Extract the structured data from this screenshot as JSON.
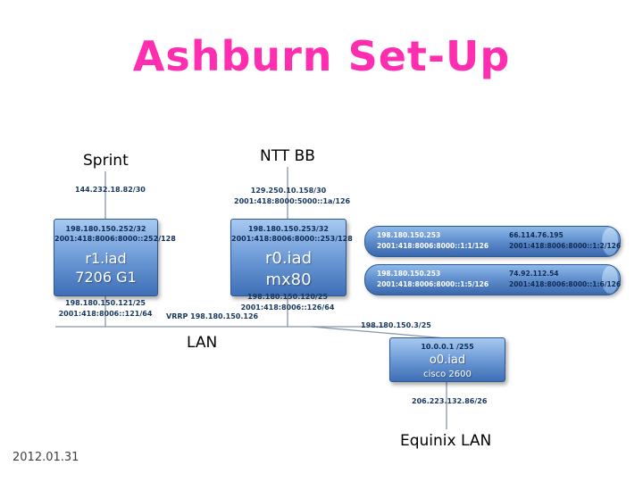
{
  "title": "Ashburn Set-Up",
  "date": "2012.01.31",
  "labels": {
    "sprint": "Sprint",
    "ntt": "NTT BB",
    "lan": "LAN",
    "equinix": "Equinix LAN",
    "vrrp": "VRRP 198.180.150.126"
  },
  "uplinks": {
    "sprint_ip": "144.232.18.82/30",
    "ntt_ip": "129.250.10.158/30",
    "ntt_ipv6": "2001:418:8000:5000::1a/126"
  },
  "routers": {
    "r1": {
      "ip": "198.180.150.252/32",
      "ipv6": "2001:418:8006:8000::252/128",
      "name": "r1.iad",
      "model": "7206 G1",
      "lan_ip": "198.180.150.121/25",
      "lan_ipv6": "2001:418:8006::121/64"
    },
    "r0": {
      "ip": "198.180.150.253/32",
      "ipv6": "2001:418:8006:8000::253/128",
      "name": "r0.iad",
      "model": "mx80",
      "lan_ip": "198.180.150.120/25",
      "lan_ipv6": "2001:418:8006::126/64"
    },
    "o0": {
      "ip": "10.0.0.1 /255",
      "name": "o0.iad",
      "model": "cisco 2600",
      "lan_ip": "198.180.150.3/25",
      "equinix_ip": "206.223.132.86/26"
    }
  },
  "tunnels": [
    {
      "local_ip": "198.180.150.253",
      "local_ipv6": "2001:418:8006:8000::1:1/126",
      "remote_ip": "66.114.76.195",
      "remote_ipv6": "2001:418:8006:8000::1:2/126"
    },
    {
      "local_ip": "198.180.150.253",
      "local_ipv6": "2001:418:8006:8000::1:5/126",
      "remote_ip": "74.92.112.54",
      "remote_ipv6": "2001:418:8006:8000::1:6/126"
    }
  ],
  "colors": {
    "title": "#ff2eb0",
    "node_gradient_top": "#a7c9f0",
    "node_gradient_bottom": "#3e6eb5",
    "ip_text": "#16375e",
    "line": "#8795ab"
  }
}
